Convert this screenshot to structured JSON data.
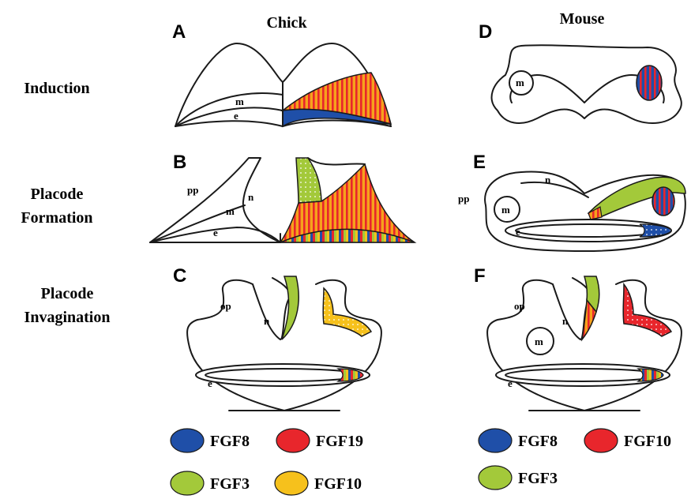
{
  "columns": {
    "chick": "Chick",
    "mouse": "Mouse"
  },
  "rows": {
    "induction": "Induction",
    "formation_line1": "Placode",
    "formation_line2": "Formation",
    "invagination_line1": "Placode",
    "invagination_line2": "Invagination"
  },
  "panels": {
    "a": "A",
    "b": "B",
    "c": "C",
    "d": "D",
    "e": "E",
    "f": "F"
  },
  "tissue_labels": {
    "m": "m",
    "e": "e",
    "n": "n",
    "pp": "pp",
    "op": "op"
  },
  "legend_chick": [
    {
      "label": "FGF8",
      "color": "#1f4fa8"
    },
    {
      "label": "FGF19",
      "color": "#e8262c"
    },
    {
      "label": "FGF3",
      "color": "#a3c93a"
    },
    {
      "label": "FGF10",
      "color": "#f6c11c"
    }
  ],
  "legend_mouse": [
    {
      "label": "FGF8",
      "color": "#1f4fa8"
    },
    {
      "label": "FGF10",
      "color": "#e8262c"
    },
    {
      "label": "FGF3",
      "color": "#a3c93a"
    }
  ]
}
